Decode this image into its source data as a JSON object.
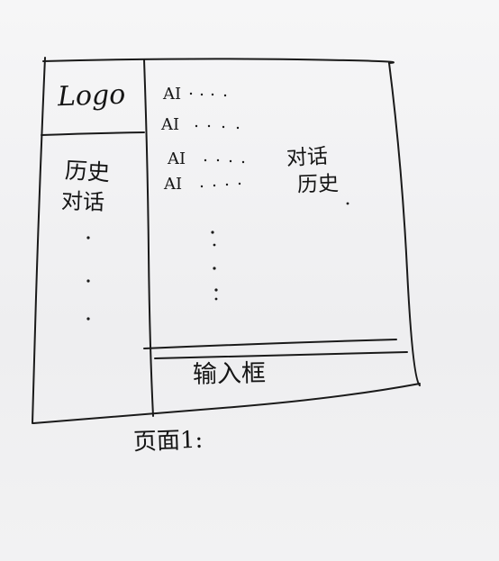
{
  "wireframe": {
    "logo_text": "Logo",
    "sidebar": {
      "history_line1": "历史",
      "history_line2": "对话"
    },
    "chat": {
      "messages": [
        {
          "speaker": "AI",
          "text": ""
        },
        {
          "speaker": "AI",
          "text": ""
        },
        {
          "speaker": "AI",
          "text": ""
        },
        {
          "speaker": "AI",
          "text": ""
        }
      ],
      "history_line1": "对话",
      "history_line2": "历史"
    },
    "input_label": "输入框",
    "page_label": "页面1:"
  },
  "colors": {
    "paper": "#f1f1f2",
    "ink": "#151515"
  }
}
